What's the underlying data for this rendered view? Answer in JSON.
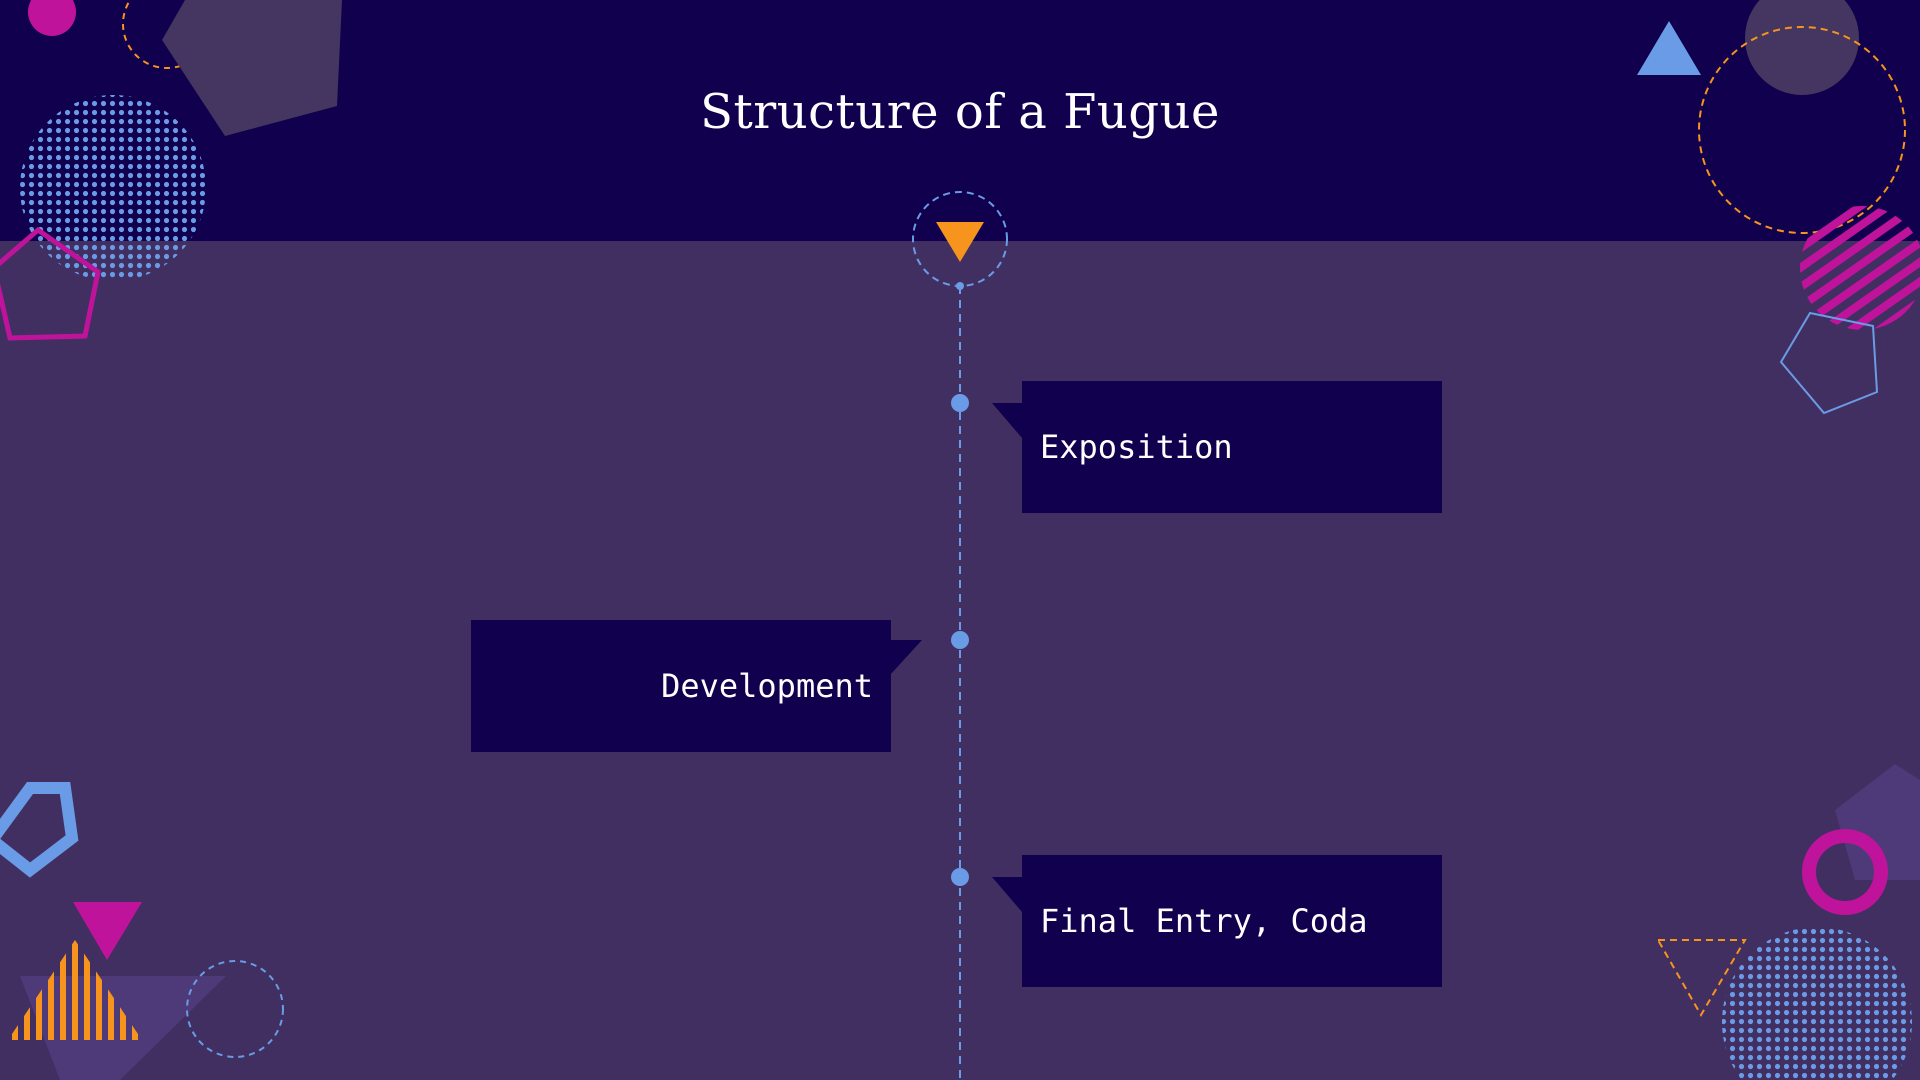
{
  "slide": {
    "title": "Structure of a Fugue"
  },
  "timeline": {
    "items": [
      {
        "label": "Exposition"
      },
      {
        "label": "Development"
      },
      {
        "label": "Final Entry, Coda"
      }
    ]
  },
  "colors": {
    "background": "#412f62",
    "header": "#10004d",
    "card": "#10004d",
    "accent_blue": "#6a9be6",
    "accent_magenta": "#c0139c",
    "accent_orange": "#f7941d",
    "muted_purple": "#4e3a78"
  }
}
